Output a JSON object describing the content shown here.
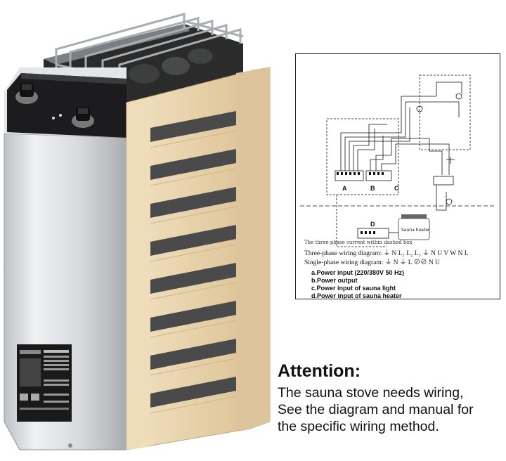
{
  "diagram": {
    "box_labels": [
      "A",
      "B",
      "C",
      "D"
    ],
    "heater_label": "Sauna heater",
    "dashed_caption": "The three-phase current within dashed box",
    "three_phase": "Three-phase wiring diagram: ⏚ N L₁ L₂ L₃ ⏚ N U V W N L",
    "single_phase": "Single-phase wiring diagram: ⏚ N ⏚ L ⊘⊘ N U",
    "legend": [
      "a.Power input (220/380V 50 Hz)",
      "b.Power output",
      "c.Power input of sauna light",
      "d.Power input of sauna heater"
    ]
  },
  "attention": {
    "title": "Attention:",
    "lines": [
      "The sauna stove needs wiring,",
      "See the diagram and manual for",
      "the specific wiring method."
    ]
  },
  "colors": {
    "steel": "#d9dcdf",
    "control_panel": "#1c1c1e",
    "wood": "#ead7b5",
    "wood_dark": "#c7a77b"
  }
}
